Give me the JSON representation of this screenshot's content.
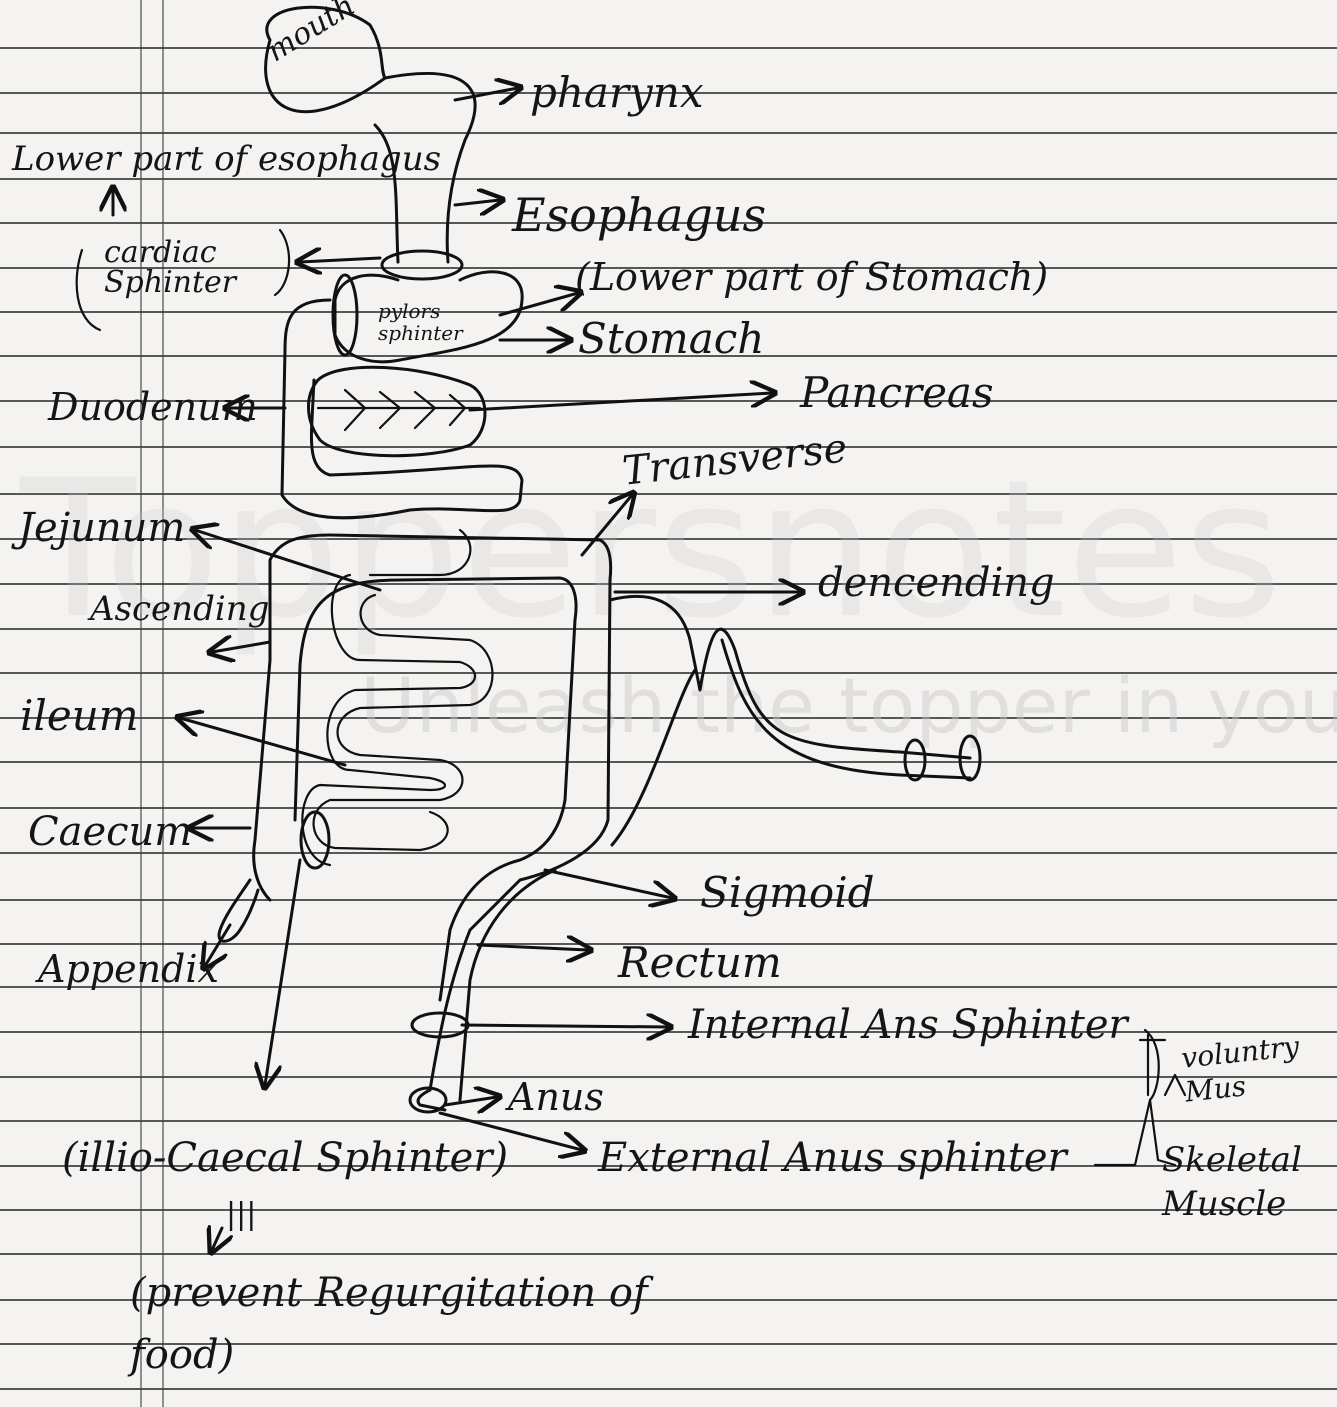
{
  "labels": {
    "mouth": "mouth",
    "pharynx": "pharynx",
    "lower_esophagus": "Lower part of esophagus",
    "esophagus": "Esophagus",
    "cardiac_sphincter": "cardiac Sphinter",
    "lower_stomach": "(Lower part of Stomach)",
    "pylorus_sphincter": "pylors sphinter",
    "stomach": "Stomach",
    "duodenum": "Duodenum",
    "pancreas": "Pancreas",
    "transverse": "Transverse",
    "jejunum": "Jejunum",
    "ascending": "Ascending",
    "descending": "dencending",
    "ileum": "ileum",
    "caecum": "Caecum",
    "appendix": "Appendix",
    "sigmoid": "Sigmoid",
    "rectum": "Rectum",
    "internal_anus_sphincter": "Internal Ans Sphinter",
    "anus": "Anus",
    "external_anus_sphincter": "External Anus sphinter",
    "voluntary_muscle": "voluntry Mus",
    "skeletal_muscle": "Skeletal Muscle",
    "ileo_caecal_sphincter": "(illio-Caecal Sphinter)",
    "therefore": "|||",
    "prevent_regurgitation": "(prevent Regurgitation of food)"
  },
  "watermark": {
    "brand": "Toppersnotes",
    "tagline": "Unleash the topper in you"
  },
  "colors": {
    "paper": "#f4f3f1",
    "ink": "#111111",
    "rule_line": "#2a2a2a",
    "watermark": "#c9c9c9"
  }
}
